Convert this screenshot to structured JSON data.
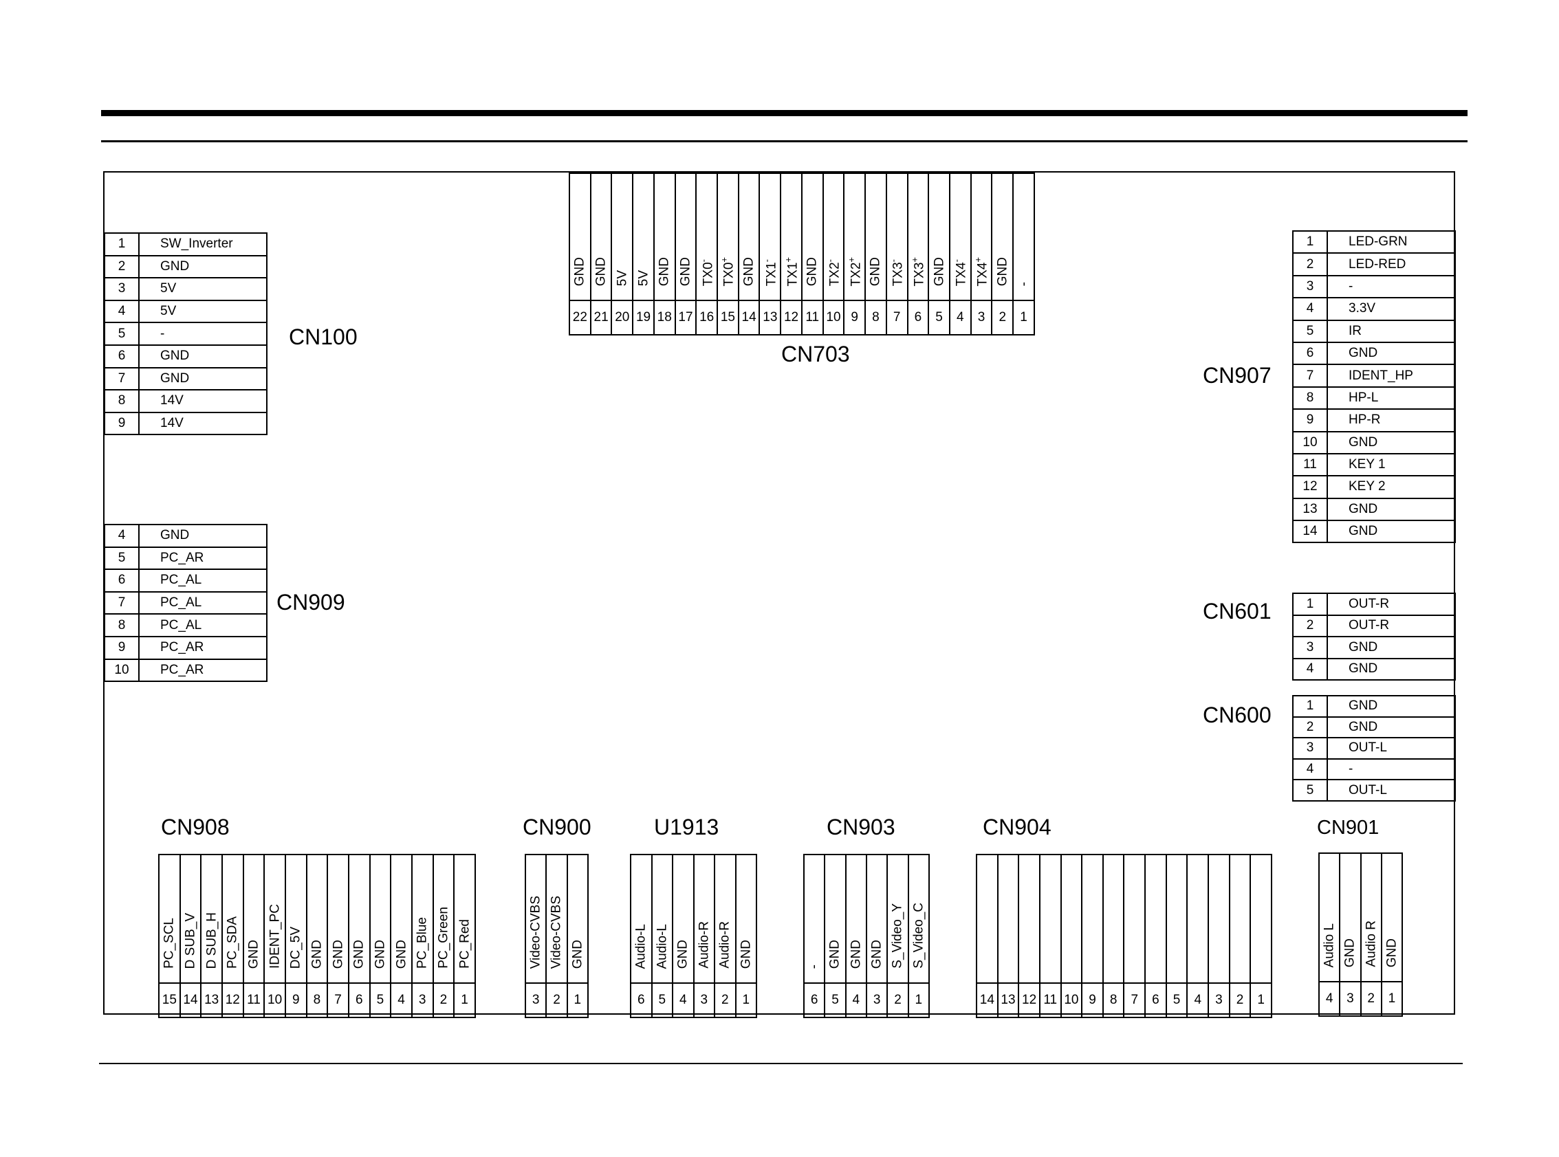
{
  "connectors": {
    "cn100": {
      "name": "CN100",
      "pins": [
        {
          "num": "1",
          "label": "SW_Inverter"
        },
        {
          "num": "2",
          "label": "GND"
        },
        {
          "num": "3",
          "label": "5V"
        },
        {
          "num": "4",
          "label": "5V"
        },
        {
          "num": "5",
          "label": "-"
        },
        {
          "num": "6",
          "label": "GND"
        },
        {
          "num": "7",
          "label": "GND"
        },
        {
          "num": "8",
          "label": "14V"
        },
        {
          "num": "9",
          "label": "14V"
        }
      ]
    },
    "cn909": {
      "name": "CN909",
      "pins": [
        {
          "num": "4",
          "label": "GND"
        },
        {
          "num": "5",
          "label": "PC_AR"
        },
        {
          "num": "6",
          "label": "PC_AL"
        },
        {
          "num": "7",
          "label": "PC_AL"
        },
        {
          "num": "8",
          "label": "PC_AL"
        },
        {
          "num": "9",
          "label": "PC_AR"
        },
        {
          "num": "10",
          "label": "PC_AR"
        }
      ]
    },
    "cn907": {
      "name": "CN907",
      "pins": [
        {
          "num": "1",
          "label": "LED-GRN"
        },
        {
          "num": "2",
          "label": "LED-RED"
        },
        {
          "num": "3",
          "label": "-"
        },
        {
          "num": "4",
          "label": "3.3V"
        },
        {
          "num": "5",
          "label": "IR"
        },
        {
          "num": "6",
          "label": "GND"
        },
        {
          "num": "7",
          "label": "IDENT_HP"
        },
        {
          "num": "8",
          "label": "HP-L"
        },
        {
          "num": "9",
          "label": "HP-R"
        },
        {
          "num": "10",
          "label": "GND"
        },
        {
          "num": "11",
          "label": "KEY 1"
        },
        {
          "num": "12",
          "label": "KEY 2"
        },
        {
          "num": "13",
          "label": "GND"
        },
        {
          "num": "14",
          "label": "GND"
        }
      ]
    },
    "cn601": {
      "name": "CN601",
      "pins": [
        {
          "num": "1",
          "label": "OUT-R"
        },
        {
          "num": "2",
          "label": "OUT-R"
        },
        {
          "num": "3",
          "label": "GND"
        },
        {
          "num": "4",
          "label": "GND"
        }
      ]
    },
    "cn600": {
      "name": "CN600",
      "pins": [
        {
          "num": "1",
          "label": "GND"
        },
        {
          "num": "2",
          "label": "GND"
        },
        {
          "num": "3",
          "label": "OUT-L"
        },
        {
          "num": "4",
          "label": "-"
        },
        {
          "num": "5",
          "label": "OUT-L"
        }
      ]
    },
    "cn703": {
      "name": "CN703",
      "pins": [
        {
          "num": "22",
          "label": "GND"
        },
        {
          "num": "21",
          "label": "GND"
        },
        {
          "num": "20",
          "label": "5V"
        },
        {
          "num": "19",
          "label": "5V"
        },
        {
          "num": "18",
          "label": "GND"
        },
        {
          "num": "17",
          "label": "GND"
        },
        {
          "num": "16",
          "label": "TX0-"
        },
        {
          "num": "15",
          "label": "TX0+"
        },
        {
          "num": "14",
          "label": "GND"
        },
        {
          "num": "13",
          "label": "TX1-"
        },
        {
          "num": "12",
          "label": "TX1+"
        },
        {
          "num": "11",
          "label": "GND"
        },
        {
          "num": "10",
          "label": "TX2-"
        },
        {
          "num": "9",
          "label": "TX2+"
        },
        {
          "num": "8",
          "label": "GND"
        },
        {
          "num": "7",
          "label": "TX3-"
        },
        {
          "num": "6",
          "label": "TX3+"
        },
        {
          "num": "5",
          "label": "GND"
        },
        {
          "num": "4",
          "label": "TX4-"
        },
        {
          "num": "3",
          "label": "TX4+"
        },
        {
          "num": "2",
          "label": "GND"
        },
        {
          "num": "1",
          "label": "-"
        }
      ]
    },
    "cn908": {
      "name": "CN908",
      "pins": [
        {
          "num": "15",
          "label": "PC_SCL"
        },
        {
          "num": "14",
          "label": "D SUB_V"
        },
        {
          "num": "13",
          "label": "D SUB_H"
        },
        {
          "num": "12",
          "label": "PC_SDA"
        },
        {
          "num": "11",
          "label": "GND"
        },
        {
          "num": "10",
          "label": "IDENT_PC"
        },
        {
          "num": "9",
          "label": "DC_5V"
        },
        {
          "num": "8",
          "label": "GND"
        },
        {
          "num": "7",
          "label": "GND"
        },
        {
          "num": "6",
          "label": "GND"
        },
        {
          "num": "5",
          "label": "GND"
        },
        {
          "num": "4",
          "label": "GND"
        },
        {
          "num": "3",
          "label": "PC_Blue"
        },
        {
          "num": "2",
          "label": "PC_Green"
        },
        {
          "num": "1",
          "label": "PC_Red"
        }
      ]
    },
    "cn900": {
      "name": "CN900",
      "pins": [
        {
          "num": "3",
          "label": "Video-CVBS"
        },
        {
          "num": "2",
          "label": "Video-CVBS"
        },
        {
          "num": "1",
          "label": "GND"
        }
      ]
    },
    "u1913": {
      "name": "U1913",
      "pins": [
        {
          "num": "6",
          "label": "Audio-L"
        },
        {
          "num": "5",
          "label": "Audio-L"
        },
        {
          "num": "4",
          "label": "GND"
        },
        {
          "num": "3",
          "label": "Audio-R"
        },
        {
          "num": "2",
          "label": "Audio-R"
        },
        {
          "num": "1",
          "label": "GND"
        }
      ]
    },
    "cn903": {
      "name": "CN903",
      "pins": [
        {
          "num": "6",
          "label": "-"
        },
        {
          "num": "5",
          "label": "GND"
        },
        {
          "num": "4",
          "label": "GND"
        },
        {
          "num": "3",
          "label": "GND"
        },
        {
          "num": "2",
          "label": "S_Video_Y"
        },
        {
          "num": "1",
          "label": "S_Video_C"
        }
      ]
    },
    "cn904": {
      "name": "CN904",
      "pins": [
        {
          "num": "14",
          "label": ""
        },
        {
          "num": "13",
          "label": ""
        },
        {
          "num": "12",
          "label": ""
        },
        {
          "num": "11",
          "label": ""
        },
        {
          "num": "10",
          "label": ""
        },
        {
          "num": "9",
          "label": ""
        },
        {
          "num": "8",
          "label": ""
        },
        {
          "num": "7",
          "label": ""
        },
        {
          "num": "6",
          "label": ""
        },
        {
          "num": "5",
          "label": ""
        },
        {
          "num": "4",
          "label": ""
        },
        {
          "num": "3",
          "label": ""
        },
        {
          "num": "2",
          "label": ""
        },
        {
          "num": "1",
          "label": ""
        }
      ]
    },
    "cn901": {
      "name": "CN901",
      "pins": [
        {
          "num": "4",
          "label": "Audio L"
        },
        {
          "num": "3",
          "label": "GND"
        },
        {
          "num": "2",
          "label": "Audio R"
        },
        {
          "num": "1",
          "label": "GND"
        }
      ]
    }
  }
}
